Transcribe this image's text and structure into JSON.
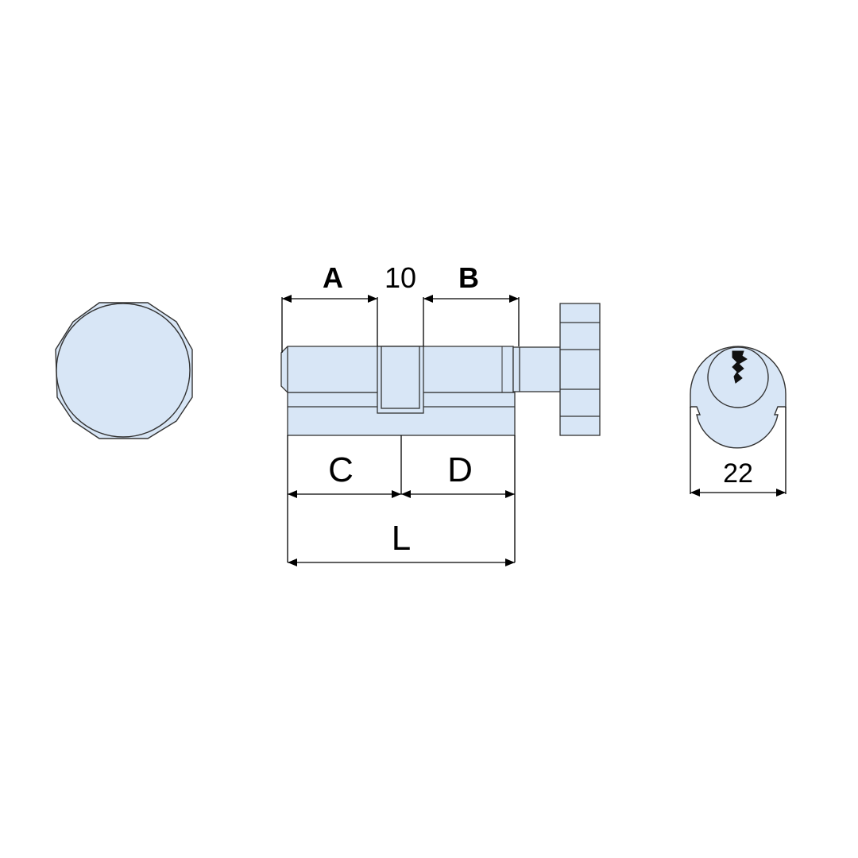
{
  "colors": {
    "fill": "#d8e6f6",
    "line": "#333333",
    "ink": "#000000",
    "background": "#ffffff"
  },
  "labels": {
    "dim_a": "A",
    "dim_gap": "10",
    "dim_b": "B",
    "dim_c": "C",
    "dim_d": "D",
    "dim_l": "L",
    "dim_width": "22"
  }
}
